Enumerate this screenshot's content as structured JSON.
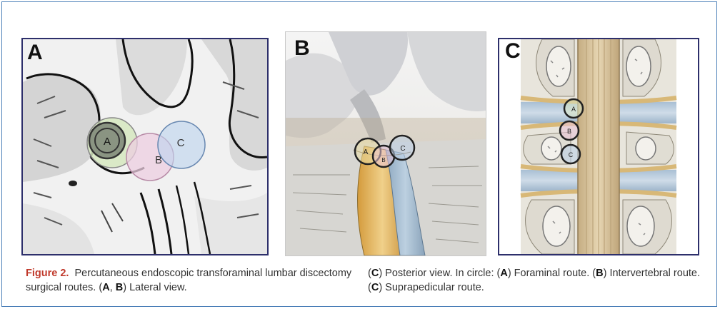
{
  "panels": [
    {
      "label": "A",
      "circles": [
        "A",
        "B",
        "C"
      ]
    },
    {
      "label": "B",
      "circles": [
        "A",
        "B",
        "C"
      ]
    },
    {
      "label": "C",
      "circles": [
        "A",
        "B",
        "C"
      ]
    }
  ],
  "caption": {
    "figure_label": "Figure 2.",
    "left_text": "Percutaneous endoscopic transforaminal lumbar discectomy surgical routes. (",
    "left_a": "A",
    "left_sep": ", ",
    "left_b": "B",
    "left_end": ") Lateral view.",
    "right_open": "(",
    "right_c": "C",
    "right_text1": ") Posterior view. In circle: (",
    "right_a": "A",
    "right_text2": ") Foraminal route. (",
    "right_b": "B",
    "right_text3": ") Intervertebral route. (",
    "right_c2": "C",
    "right_text4": ") Suprapedicular route."
  },
  "colors": {
    "frame_border": "#4a7fb8",
    "panel_border": "#2d2f6b",
    "figure_label": "#c0392b",
    "circle_a": "#d6e8c0",
    "circle_b": "#eccde0",
    "circle_c": "#bcd4ee",
    "nerve_yellow": "#e3bb5c",
    "disc_blue": "#9ab4cc"
  }
}
